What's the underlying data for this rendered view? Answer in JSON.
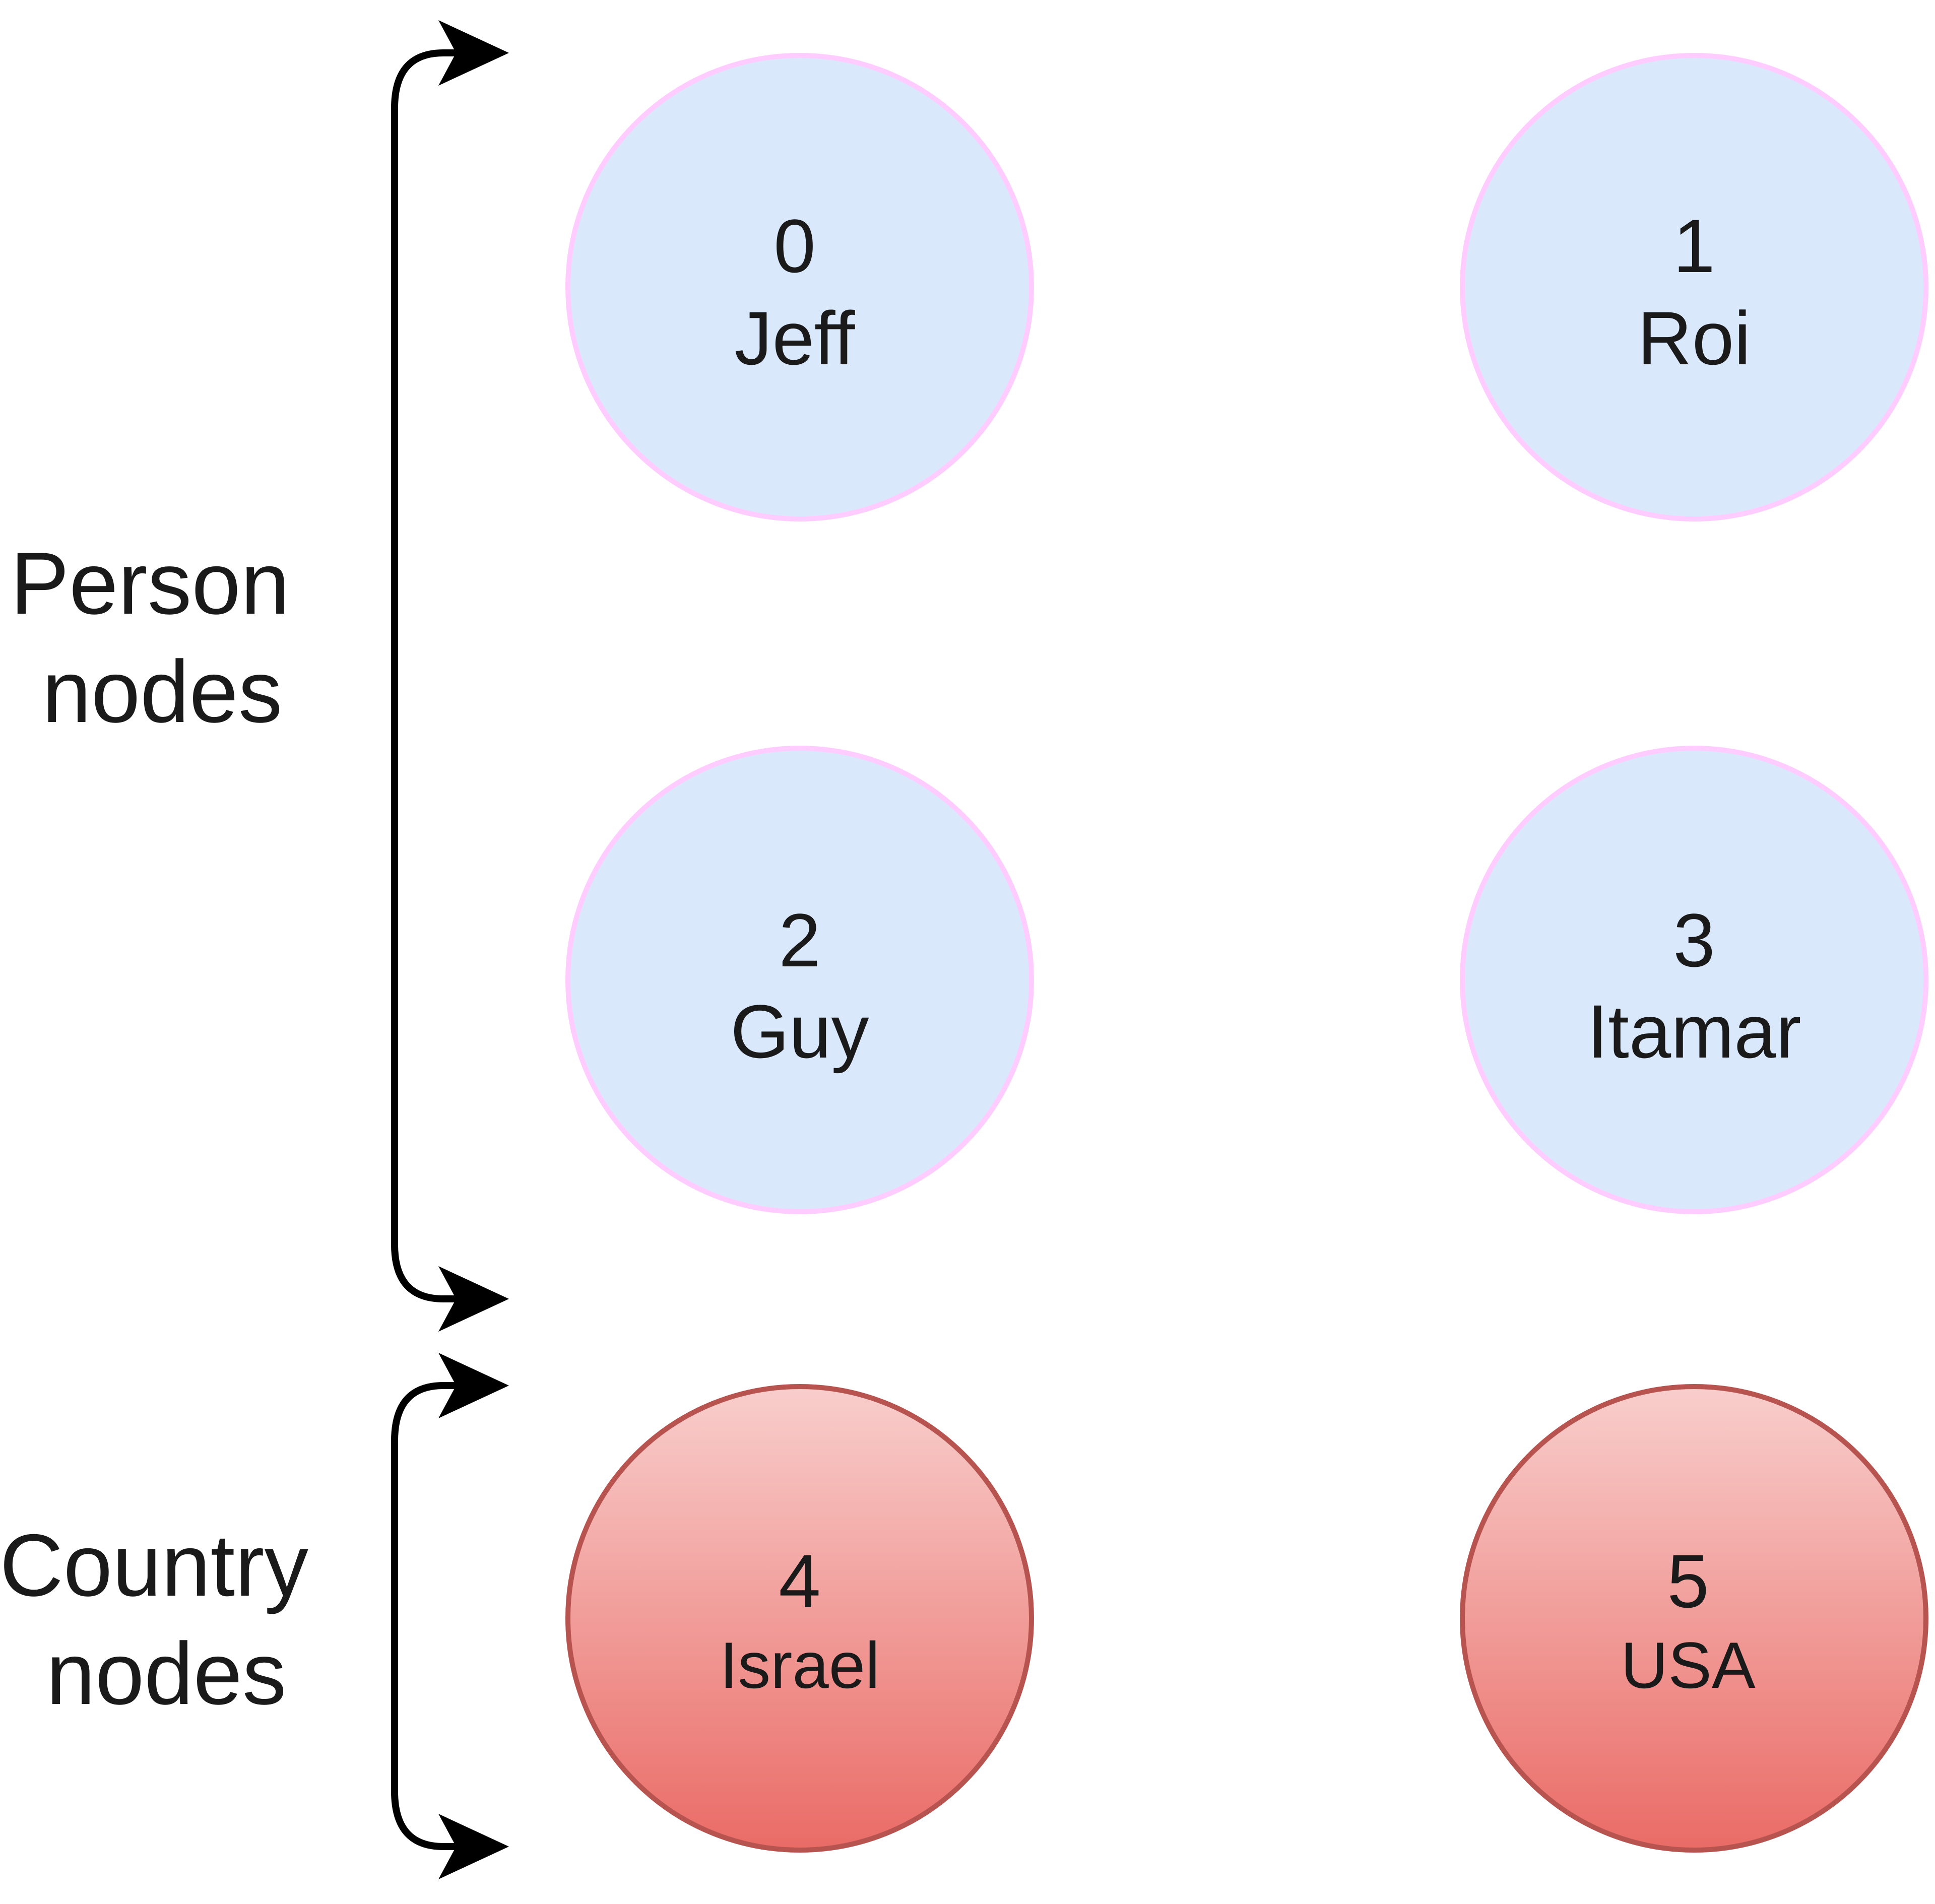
{
  "groups": {
    "person": {
      "line1": "Person",
      "line2": "nodes"
    },
    "country": {
      "line1": "Country",
      "line2": "nodes"
    }
  },
  "nodes": [
    {
      "id": "0",
      "label": "Jeff",
      "kind": "person"
    },
    {
      "id": "1",
      "label": "Roi",
      "kind": "person"
    },
    {
      "id": "2",
      "label": "Guy",
      "kind": "person"
    },
    {
      "id": "3",
      "label": "Itamar",
      "kind": "person"
    },
    {
      "id": "4",
      "label": "Israel",
      "kind": "country"
    },
    {
      "id": "5",
      "label": "USA",
      "kind": "country"
    }
  ],
  "colors": {
    "person_fill": "#dae8fc",
    "person_stroke": "#ffccff",
    "country_fill_top": "#f8cecc",
    "country_fill_bottom": "#ea6b66",
    "country_stroke": "#b85450",
    "text": "#1a1a1a"
  }
}
